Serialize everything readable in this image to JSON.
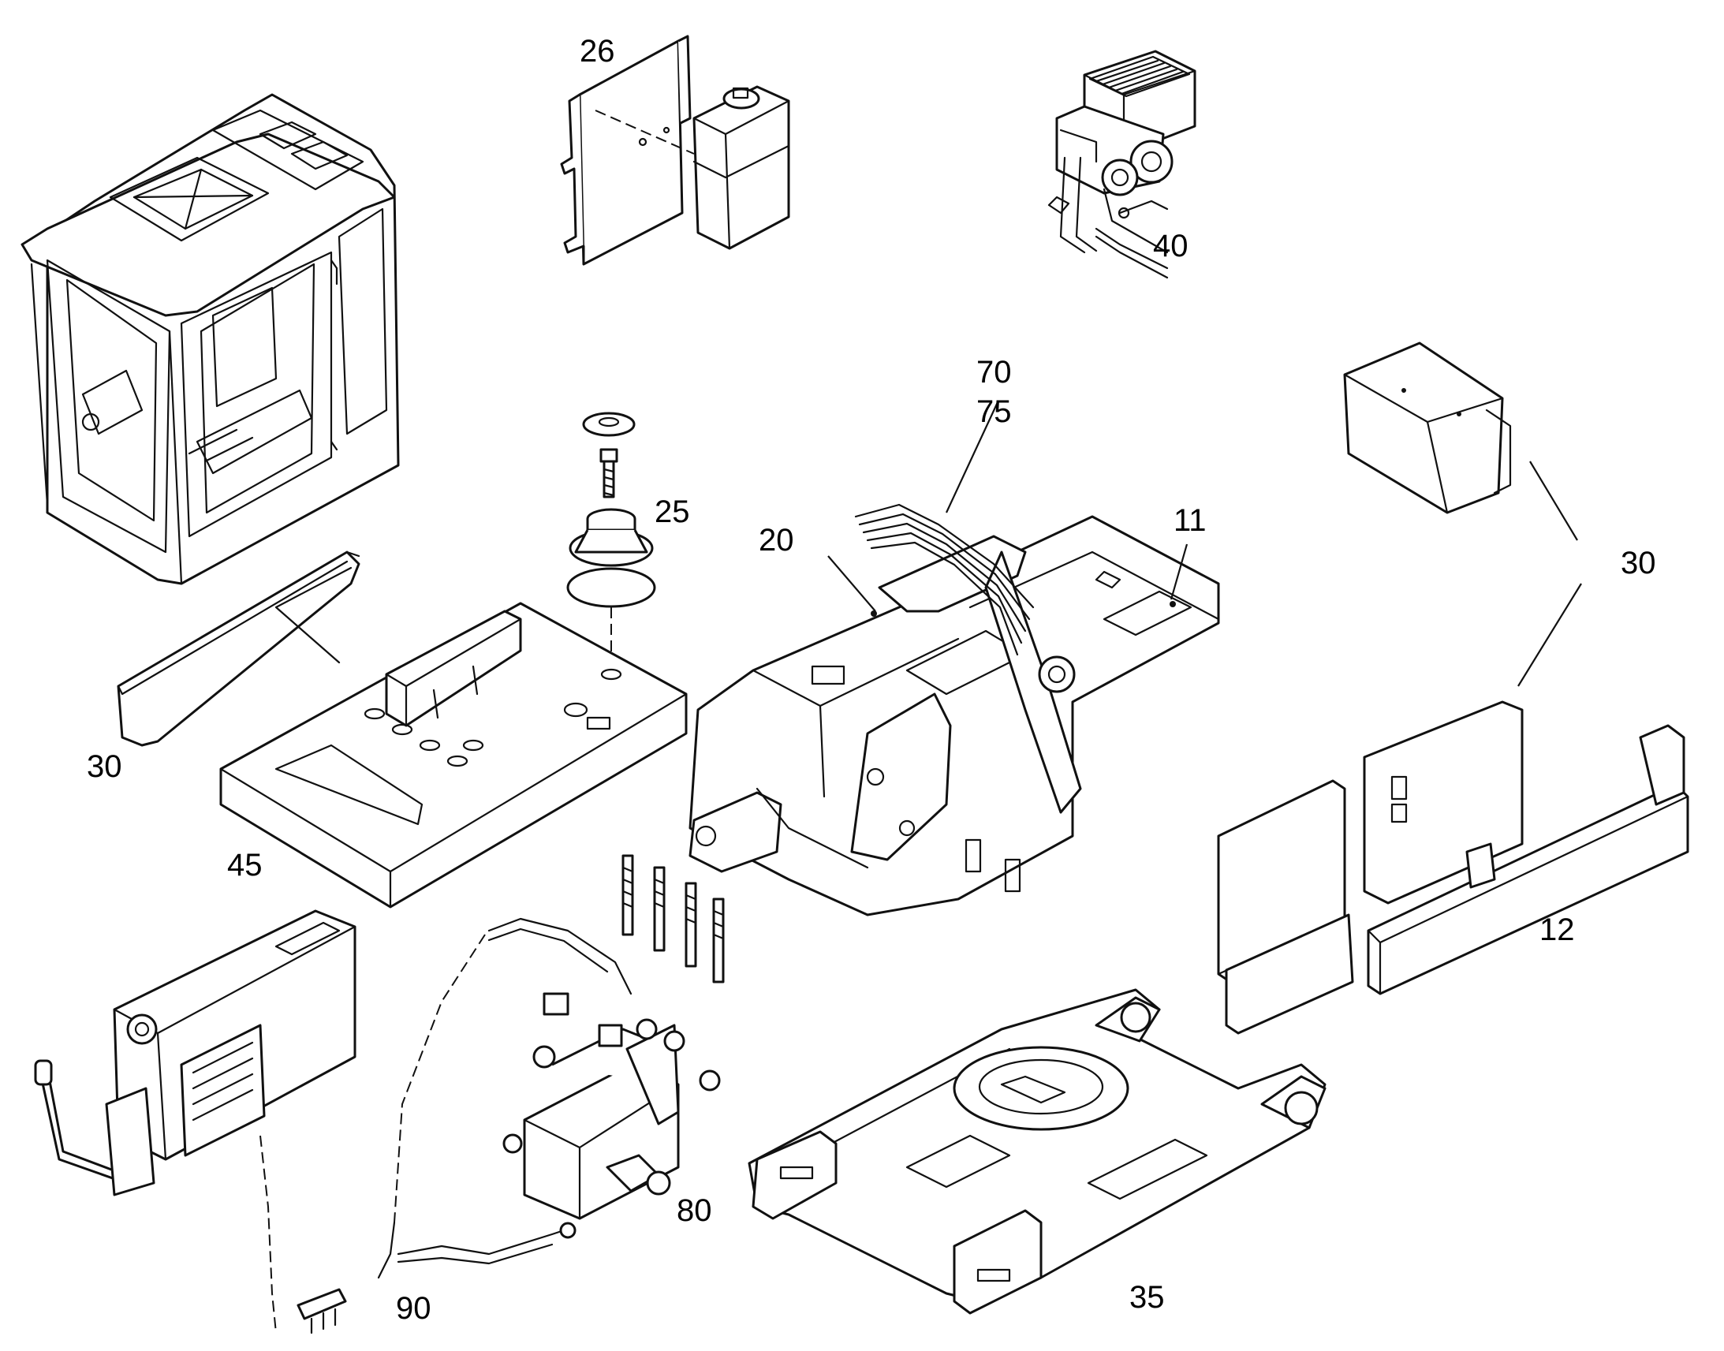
{
  "callouts": {
    "c26": "26",
    "c40": "40",
    "c70": "70",
    "c75": "75",
    "c25": "25",
    "c20": "20",
    "c11": "11",
    "c30_top": "30",
    "c30_left": "30",
    "c45": "45",
    "c12": "12",
    "c80": "80",
    "c90": "90",
    "c35": "35"
  },
  "icons": {
    "cab": "operator-cab-icon",
    "bracket_tank": "bracket-and-reservoir-icon",
    "heater": "heater-unit-icon",
    "mount": "cab-mount-icon",
    "frame": "upper-frame-icon",
    "cover": "cover-panel-icon",
    "floor": "floor-plate-icon",
    "rail": "side-rail-icon",
    "console": "control-console-icon",
    "valve": "valve-block-icon",
    "harness": "wiring-harness-icon",
    "undercarriage": "undercarriage-frame-icon"
  },
  "colors": {
    "line": "#111111",
    "background": "#ffffff"
  }
}
